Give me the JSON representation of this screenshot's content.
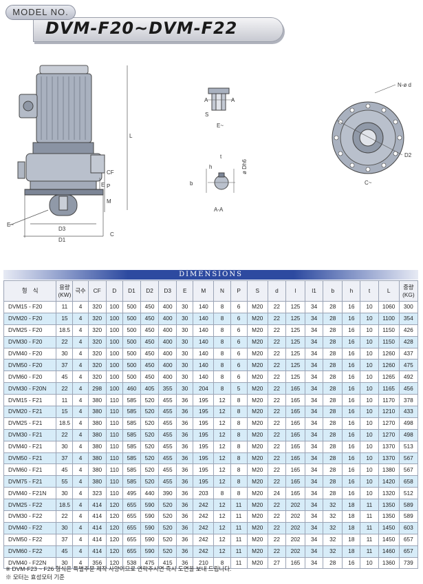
{
  "header": {
    "model_label": "MODEL NO.",
    "title": "DVM-F20~DVM-F22"
  },
  "drawing_labels": {
    "L": "L",
    "CF": "CF",
    "E": "E",
    "P": "P",
    "M": "M",
    "C": "C",
    "D3": "D3",
    "D1": "D1",
    "E_tilde": "E~",
    "A": "A",
    "S": "S",
    "E_detail": "E~",
    "t": "t",
    "h": "h",
    "b": "b",
    "phi_dh6": "ø Dh6",
    "AA": "A-A",
    "N_phi_d": "N-ø d",
    "D2": "D2",
    "C_tilde": "C~"
  },
  "section_banner": "DIMENSIONS",
  "table": {
    "headers": [
      "형　식",
      "용량\n(KW)",
      "극수",
      "CF",
      "D",
      "D1",
      "D2",
      "D3",
      "E",
      "M",
      "N",
      "P",
      "S",
      "d",
      "l",
      "l1",
      "b",
      "h",
      "t",
      "L",
      "중량\n(KG)"
    ],
    "rows": [
      [
        "DVM15 - F20",
        "11",
        "4",
        "320",
        "100",
        "500",
        "450",
        "400",
        "30",
        "140",
        "8",
        "6",
        "M20",
        "22",
        "125",
        "34",
        "28",
        "16",
        "10",
        "1060",
        "300"
      ],
      [
        "DVM20 - F20",
        "15",
        "4",
        "320",
        "100",
        "500",
        "450",
        "400",
        "30",
        "140",
        "8",
        "6",
        "M20",
        "22",
        "125",
        "34",
        "28",
        "16",
        "10",
        "1100",
        "354"
      ],
      [
        "DVM25 - F20",
        "18.5",
        "4",
        "320",
        "100",
        "500",
        "450",
        "400",
        "30",
        "140",
        "8",
        "6",
        "M20",
        "22",
        "125",
        "34",
        "28",
        "16",
        "10",
        "1150",
        "426"
      ],
      [
        "DVM30 - F20",
        "22",
        "4",
        "320",
        "100",
        "500",
        "450",
        "400",
        "30",
        "140",
        "8",
        "6",
        "M20",
        "22",
        "125",
        "34",
        "28",
        "16",
        "10",
        "1150",
        "428"
      ],
      [
        "DVM40 - F20",
        "30",
        "4",
        "320",
        "100",
        "500",
        "450",
        "400",
        "30",
        "140",
        "8",
        "6",
        "M20",
        "22",
        "125",
        "34",
        "28",
        "16",
        "10",
        "1260",
        "437"
      ],
      [
        "DVM50 - F20",
        "37",
        "4",
        "320",
        "100",
        "500",
        "450",
        "400",
        "30",
        "140",
        "8",
        "6",
        "M20",
        "22",
        "125",
        "34",
        "28",
        "16",
        "10",
        "1260",
        "475"
      ],
      [
        "DVM60 - F20",
        "45",
        "4",
        "320",
        "100",
        "500",
        "450",
        "400",
        "30",
        "140",
        "8",
        "6",
        "M20",
        "22",
        "125",
        "34",
        "28",
        "16",
        "10",
        "1265",
        "492"
      ],
      [
        "DVM30 - F20N",
        "22",
        "4",
        "298",
        "100",
        "460",
        "405",
        "355",
        "30",
        "204",
        "8",
        "5",
        "M20",
        "22",
        "165",
        "34",
        "28",
        "16",
        "10",
        "1165",
        "456"
      ],
      [
        "DVM15 - F21",
        "11",
        "4",
        "380",
        "110",
        "585",
        "520",
        "455",
        "36",
        "195",
        "12",
        "8",
        "M20",
        "22",
        "165",
        "34",
        "28",
        "16",
        "10",
        "1170",
        "378"
      ],
      [
        "DVM20 - F21",
        "15",
        "4",
        "380",
        "110",
        "585",
        "520",
        "455",
        "36",
        "195",
        "12",
        "8",
        "M20",
        "22",
        "165",
        "34",
        "28",
        "16",
        "10",
        "1210",
        "433"
      ],
      [
        "DVM25 - F21",
        "18.5",
        "4",
        "380",
        "110",
        "585",
        "520",
        "455",
        "36",
        "195",
        "12",
        "8",
        "M20",
        "22",
        "165",
        "34",
        "28",
        "16",
        "10",
        "1270",
        "498"
      ],
      [
        "DVM30 - F21",
        "22",
        "4",
        "380",
        "110",
        "585",
        "520",
        "455",
        "36",
        "195",
        "12",
        "8",
        "M20",
        "22",
        "165",
        "34",
        "28",
        "16",
        "10",
        "1270",
        "498"
      ],
      [
        "DVM40 - F21",
        "30",
        "4",
        "380",
        "110",
        "585",
        "520",
        "455",
        "36",
        "195",
        "12",
        "8",
        "M20",
        "22",
        "165",
        "34",
        "28",
        "16",
        "10",
        "1370",
        "513"
      ],
      [
        "DVM50 - F21",
        "37",
        "4",
        "380",
        "110",
        "585",
        "520",
        "455",
        "36",
        "195",
        "12",
        "8",
        "M20",
        "22",
        "165",
        "34",
        "28",
        "16",
        "10",
        "1370",
        "567"
      ],
      [
        "DVM60 - F21",
        "45",
        "4",
        "380",
        "110",
        "585",
        "520",
        "455",
        "36",
        "195",
        "12",
        "8",
        "M20",
        "22",
        "165",
        "34",
        "28",
        "16",
        "10",
        "1380",
        "567"
      ],
      [
        "DVM75 - F21",
        "55",
        "4",
        "380",
        "110",
        "585",
        "520",
        "455",
        "36",
        "195",
        "12",
        "8",
        "M20",
        "22",
        "165",
        "34",
        "28",
        "16",
        "10",
        "1420",
        "658"
      ],
      [
        "DVM40 - F21N",
        "30",
        "4",
        "323",
        "110",
        "495",
        "440",
        "390",
        "36",
        "203",
        "8",
        "8",
        "M20",
        "24",
        "165",
        "34",
        "28",
        "16",
        "10",
        "1320",
        "512"
      ],
      [
        "DVM25 - F22",
        "18.5",
        "4",
        "414",
        "120",
        "655",
        "590",
        "520",
        "36",
        "242",
        "12",
        "11",
        "M20",
        "22",
        "202",
        "34",
        "32",
        "18",
        "11",
        "1350",
        "589"
      ],
      [
        "DVM30 - F22",
        "22",
        "4",
        "414",
        "120",
        "655",
        "590",
        "520",
        "36",
        "242",
        "12",
        "11",
        "M20",
        "22",
        "202",
        "34",
        "32",
        "18",
        "11",
        "1350",
        "589"
      ],
      [
        "DVM40 - F22",
        "30",
        "4",
        "414",
        "120",
        "655",
        "590",
        "520",
        "36",
        "242",
        "12",
        "11",
        "M20",
        "22",
        "202",
        "34",
        "32",
        "18",
        "11",
        "1450",
        "603"
      ],
      [
        "DVM50 - F22",
        "37",
        "4",
        "414",
        "120",
        "655",
        "590",
        "520",
        "36",
        "242",
        "12",
        "11",
        "M20",
        "22",
        "202",
        "34",
        "32",
        "18",
        "11",
        "1450",
        "657"
      ],
      [
        "DVM60 - F22",
        "45",
        "4",
        "414",
        "120",
        "655",
        "590",
        "520",
        "36",
        "242",
        "12",
        "11",
        "M20",
        "22",
        "202",
        "34",
        "32",
        "18",
        "11",
        "1460",
        "657"
      ],
      [
        "DVM40 - F22N",
        "30",
        "4",
        "356",
        "120",
        "538",
        "475",
        "415",
        "36",
        "210",
        "8",
        "11",
        "M20",
        "27",
        "165",
        "34",
        "28",
        "16",
        "10",
        "1360",
        "739"
      ]
    ]
  },
  "notes": [
    "※ DVM-F23 ~ F26 형식은 특별주문 제작 사양이므로 연락주시면 즉시 도면을 보내 드립니다.",
    "※ 모터는 효성모터 기준"
  ],
  "colors": {
    "banner_blue": "#2d4aa0",
    "row_highlight": "#d7ecf8",
    "motor_gray": "#9ba3b2"
  }
}
